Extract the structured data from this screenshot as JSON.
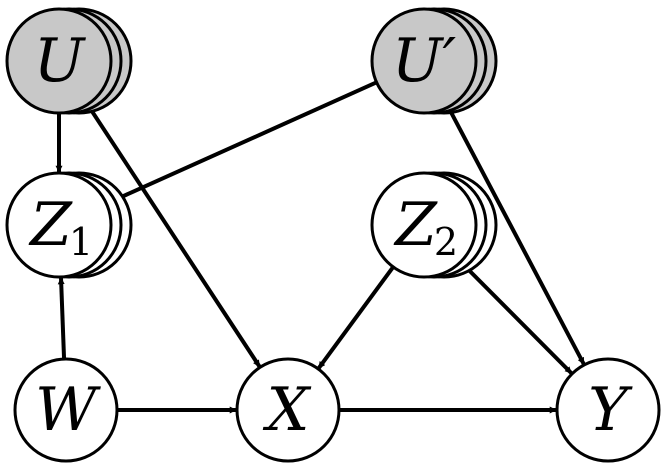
{
  "diagram": {
    "nodes": [
      {
        "id": "U",
        "label": "U",
        "sub": "",
        "shaded": true,
        "stacked": true
      },
      {
        "id": "Uprime",
        "label": "U′",
        "sub": "",
        "shaded": true,
        "stacked": true
      },
      {
        "id": "Z1",
        "label": "Z",
        "sub": "1",
        "shaded": false,
        "stacked": true
      },
      {
        "id": "Z2",
        "label": "Z",
        "sub": "2",
        "shaded": false,
        "stacked": true
      },
      {
        "id": "W",
        "label": "W",
        "sub": "",
        "shaded": false,
        "stacked": false
      },
      {
        "id": "X",
        "label": "X",
        "sub": "",
        "shaded": false,
        "stacked": false
      },
      {
        "id": "Y",
        "label": "Y",
        "sub": "",
        "shaded": false,
        "stacked": false
      }
    ],
    "edges": [
      {
        "from": "U",
        "to": "Z1"
      },
      {
        "from": "U",
        "to": "X"
      },
      {
        "from": "Uprime",
        "to": "Z1"
      },
      {
        "from": "Uprime",
        "to": "Y"
      },
      {
        "from": "Z2",
        "to": "X"
      },
      {
        "from": "Z2",
        "to": "Y"
      },
      {
        "from": "W",
        "to": "Z1"
      },
      {
        "from": "W",
        "to": "X"
      },
      {
        "from": "X",
        "to": "Y"
      }
    ],
    "colors": {
      "shaded_fill": "#c8c8c8",
      "plain_fill": "#ffffff",
      "stroke": "#000000"
    }
  }
}
